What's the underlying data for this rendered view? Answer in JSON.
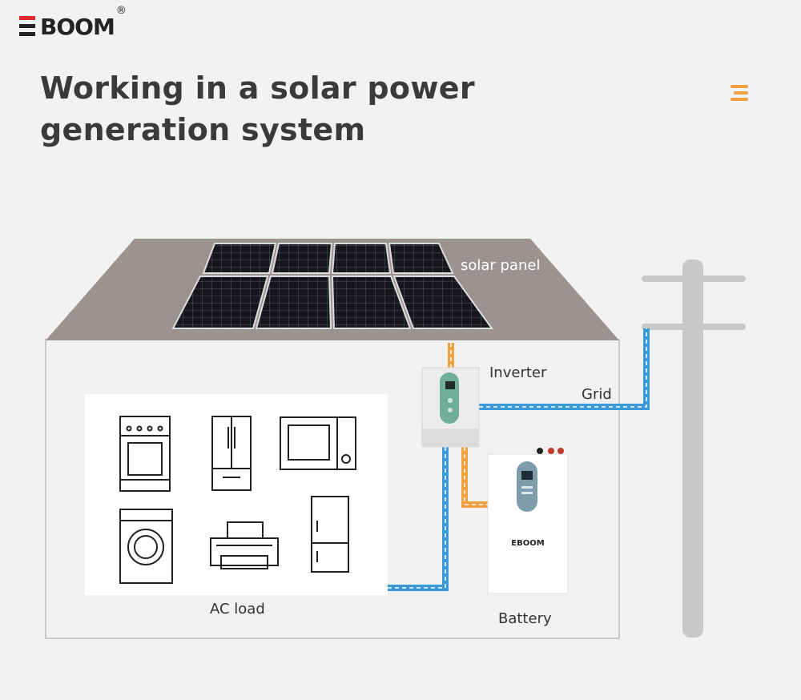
{
  "brand": {
    "name": "BOOM",
    "registered_mark": "®"
  },
  "title": {
    "line1": "Working in a solar power",
    "line2": "generation system"
  },
  "menu": {
    "icon": "hamburger-menu-icon",
    "accent_color": "#f0a040"
  },
  "labels": {
    "solar_panel": "solar panel",
    "inverter": "Inverter",
    "grid": "Grid",
    "ac_load": "AC load",
    "battery": "Battery"
  },
  "battery_unit": {
    "brand": "EBOOM"
  },
  "appliances": [
    "stove-oven-icon",
    "french-door-fridge-icon",
    "microwave-icon",
    "washing-machine-icon",
    "printer-icon",
    "refrigerator-icon"
  ],
  "colors": {
    "background": "#f2f2f2",
    "roof": "#9c9390",
    "dc_line": "#f0a040",
    "ac_line": "#3a9ad9",
    "pole": "#c8c8c8"
  }
}
